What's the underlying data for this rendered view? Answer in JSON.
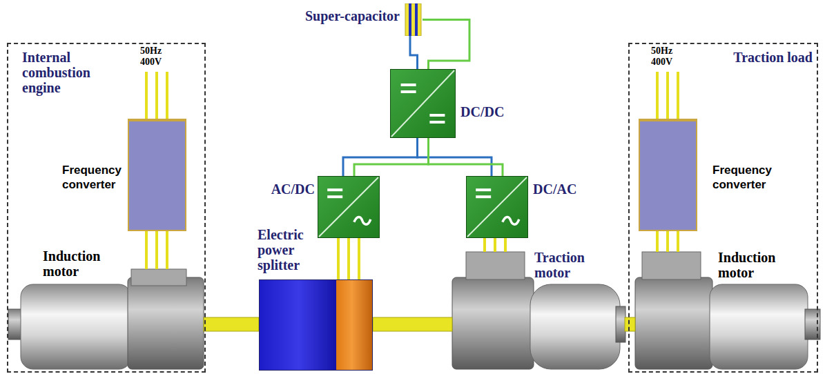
{
  "diagram": {
    "nodes": [
      {
        "text": [
          "Internal combustion engine"
        ]
      },
      {
        "text": [
          "Frequency converter"
        ],
        "in": 0
      },
      {
        "text": [
          "Induction motor"
        ],
        "in": 0
      },
      {
        "text": [
          "Super-capacitor"
        ]
      },
      {
        "text": [
          "DC/DC"
        ]
      },
      {
        "text": [
          "AC/DC"
        ]
      },
      {
        "text": [
          "DC/AC"
        ]
      },
      {
        "text": [
          "Electric power splitter"
        ]
      },
      {
        "text": [
          "Traction motor"
        ]
      },
      {
        "text": [
          "Traction load"
        ]
      },
      {
        "text": [
          "Frequency converter"
        ],
        "in": 9
      },
      {
        "text": [
          "Induction motor"
        ],
        "in": 9
      }
    ],
    "edges": [
      {
        "from": 1,
        "to": 2,
        "arrow": "none"
      },
      {
        "from": 3,
        "to": 4,
        "arrow": "none"
      },
      {
        "from": 4,
        "to": 5,
        "arrow": "none"
      },
      {
        "from": 4,
        "to": 6,
        "arrow": "none"
      },
      {
        "from": 5,
        "to": 7,
        "arrow": "none"
      },
      {
        "from": 6,
        "to": 8,
        "arrow": "none"
      },
      {
        "from": 2,
        "to": 7,
        "arrow": "none"
      },
      {
        "from": 7,
        "to": 8,
        "arrow": "none"
      },
      {
        "from": 8,
        "to": 11,
        "arrow": "none"
      },
      {
        "from": 10,
        "to": 11,
        "arrow": "none"
      }
    ],
    "labels": [
      "50Hz 400V",
      "50Hz 400V"
    ]
  }
}
